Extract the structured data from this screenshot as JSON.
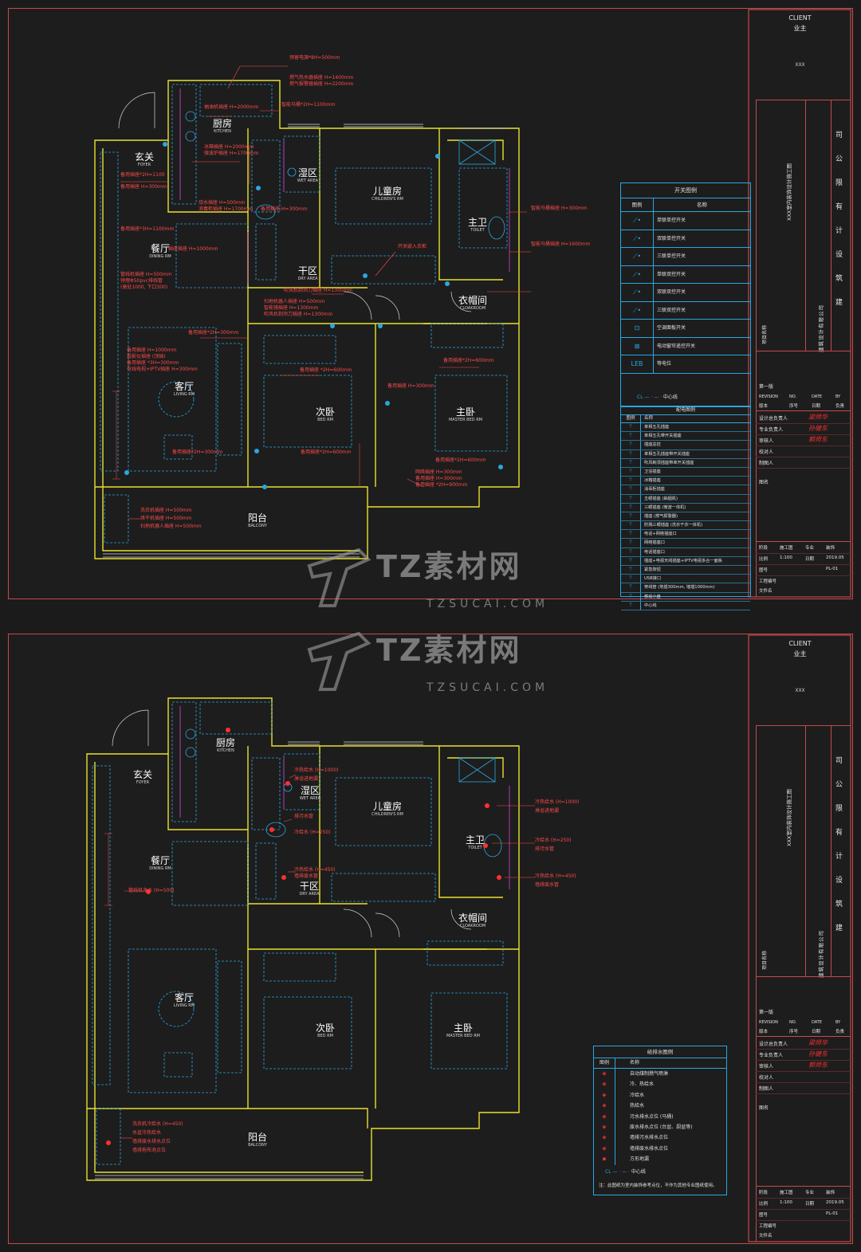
{
  "sheets": [
    {
      "title_block": {
        "client_en": "CLIENT",
        "client_cn": "业主",
        "client_name": "XXX",
        "project_name": "XXX室内装饰设计施工图",
        "project_label": "项目名称",
        "company": "建筑设计有限公司",
        "revision": "第一版",
        "rev_header": [
          "REVISION",
          "NO.",
          "DATE",
          "BY"
        ],
        "rev_header_cn": [
          "版本",
          "序号",
          "日期",
          "负责"
        ],
        "roles": [
          "设计总负责人",
          "专业负责人",
          "审核人",
          "校对人",
          "制图人"
        ],
        "signatures": [
          "梁师华",
          "孙健东",
          "郭师东"
        ],
        "drawing_title_label": "图名",
        "stage_label": "阶段",
        "stage": "施工图",
        "discipline_label": "专业",
        "discipline": "装饰",
        "scale_label": "比例",
        "scale": "1:100",
        "date_label": "日期",
        "date": "2019.05",
        "drawing_no_label": "图号",
        "drawing_no": "PL-01",
        "project_no_label": "工程编号",
        "file_label": "文件名"
      },
      "rooms": [
        {
          "cn": "厨房",
          "en": "KITCHEN"
        },
        {
          "cn": "玄关",
          "en": "FOYER"
        },
        {
          "cn": "湿区",
          "en": "WET AREA"
        },
        {
          "cn": "儿童房",
          "en": "CHILDREN'S RM"
        },
        {
          "cn": "主卫",
          "en": "TOILET"
        },
        {
          "cn": "餐厅",
          "en": "DINING RM"
        },
        {
          "cn": "干区",
          "en": "DRY AREA"
        },
        {
          "cn": "衣帽间",
          "en": "CLOAKROOM"
        },
        {
          "cn": "客厅",
          "en": "LIVING RM"
        },
        {
          "cn": "次卧",
          "en": "BED RM"
        },
        {
          "cn": "主卧",
          "en": "MASTER BED RM"
        },
        {
          "cn": "阳台",
          "en": "BALCONY"
        }
      ],
      "notes": [
        "预留电源*8H=500mm",
        "燃气热水器插座 H=1400mm",
        "燃气报警器插座 H=2200mm",
        "抽油机插座 H=2000mm",
        "智能马桶*2H=1100mm",
        "冰箱插座 H=2000mm",
        "微波炉插座 H=1700mm",
        "备用插座*2H=1100",
        "备用插座 H=300mm",
        "烧水插座 H=500mm",
        "消毒柜插座 H=1700mm",
        "备用插座*3H=1100mm",
        "插座插座 H=1000mm",
        "管线机插座 H=500mm",
        "预埋Φ50pvc排线管",
        "(高处1000, 下口300)",
        "备用插座 H=300mm",
        "智能马桶插座 H=300mm",
        "智能马桶插座 H=1600mm",
        "开关嵌入衣柜",
        "吹风机剃须刀插座 H=1300mm",
        "扫地机器人插座 H=500mm",
        "智能镜插座 H=1300mm",
        "吹风机剃须刀插座 H=1300mm",
        "备用插座*2H=300mm",
        "备用插座 H=1000mm",
        "投影仪插座 (顶插)",
        "备用插座 *3H=300mm",
        "有线电视+IPTV插座 H=300mm",
        "备用插座 *2H=600mm",
        "备用插座 H=300mm",
        "备用插座*2H=600mm",
        "备用插座*2H=300mm",
        "备用插座*2H=600mm",
        "备用插座*2H=600mm",
        "洗衣机插座 H=500mm",
        "烘干机插座 H=500mm",
        "扫地机器人插座 H=500mm",
        "网络插座 H=300mm",
        "备用插座 H=300mm",
        "备用插座 *2H=900mm"
      ],
      "switch_legend": {
        "title": "开关图例",
        "headers": [
          "图例",
          "名称"
        ],
        "items": [
          "单联单控开关",
          "双联单控开关",
          "三联单控开关",
          "单联双控开关",
          "双联双控开关",
          "三联双控开关",
          "空调面板开关",
          "电动窗帘遥控开关",
          "等电位"
        ],
        "leb": "LEB",
        "centerline": "中心线"
      },
      "socket_legend": {
        "title": "配电图例",
        "headers": [
          "图例",
          "名称"
        ],
        "items": [
          "单相五孔插座",
          "单相五孔带开关插座",
          "插座总控",
          "单相五孔插座带开关插座",
          "吹风剃须插座带单开关插座",
          "卫浴插座",
          "冰箱插座",
          "消毒柜插座",
          "五眼插座 (抽烟机)",
          "三眼插座 (微波一体机)",
          "插座 (燃气报警器)",
          "防溅三眼插座 (洗衣干衣一体机)",
          "电话+网络插座口",
          "网络插座口",
          "电话插座口",
          "插座+电视天线插座+IPTV电视多合一面板",
          "紧急按钮",
          "USB接口",
          "穿线管 (地插300mm, 墙插1000mm)",
          "移动小盘",
          "中心线"
        ]
      }
    },
    {
      "title_block": {
        "client_en": "CLIENT",
        "client_cn": "业主",
        "client_name": "XXX",
        "project_name": "XXX室内装饰设计施工图",
        "project_label": "项目名称",
        "company": "建筑设计有限公司",
        "revision": "第一版",
        "rev_header": [
          "REVISION",
          "NO.",
          "DATE",
          "BY"
        ],
        "rev_header_cn": [
          "版本",
          "序号",
          "日期",
          "负责"
        ],
        "roles": [
          "设计总负责人",
          "专业负责人",
          "审核人",
          "校对人",
          "制图人"
        ],
        "signatures": [
          "梁师华",
          "孙健东",
          "郭师东"
        ],
        "drawing_title_label": "图名",
        "stage_label": "阶段",
        "stage": "施工图",
        "discipline_label": "专业",
        "discipline": "装饰",
        "scale_label": "比例",
        "scale": "1:100",
        "date_label": "日期",
        "date": "2019.05",
        "drawing_no_label": "图号",
        "drawing_no": "PL-01",
        "project_no_label": "工程编号",
        "file_label": "文件名"
      },
      "rooms": [
        {
          "cn": "厨房",
          "en": "KITCHEN"
        },
        {
          "cn": "玄关",
          "en": "FOYER"
        },
        {
          "cn": "湿区",
          "en": "WET AREA"
        },
        {
          "cn": "儿童房",
          "en": "CHILDREN'S RM"
        },
        {
          "cn": "主卫",
          "en": "TOILET"
        },
        {
          "cn": "餐厅",
          "en": "DINING RM"
        },
        {
          "cn": "干区",
          "en": "DRY AREA"
        },
        {
          "cn": "衣帽间",
          "en": "CLOAKROOM"
        },
        {
          "cn": "客厅",
          "en": "LIVING RM"
        },
        {
          "cn": "次卧",
          "en": "BED RM"
        },
        {
          "cn": "主卧",
          "en": "MASTER BED RM"
        },
        {
          "cn": "阳台",
          "en": "BALCONY"
        }
      ],
      "notes": [
        "冷热给水 (H=1000)",
        "淋浴进地漏",
        "排污水管",
        "冷给水 (H=250)",
        "冷热给水 (H=450)",
        "墙排废水管",
        "冷热给水 (H=1000)",
        "淋浴进地漏",
        "冷给水 (H=250)",
        "排污水管",
        "冷热给水 (H=450)",
        "墙排废水管",
        "管线机净水 (H=500)",
        "洗衣机冷给水 (H=450)",
        "水盆冷热给水",
        "墙排废水排水点位",
        "墙排拖布池点位"
      ],
      "water_legend": {
        "title": "给排水图例",
        "headers": [
          "图例",
          "名称"
        ],
        "items": [
          "自动煤制燃气喷淋",
          "冷、热给水",
          "冷给水",
          "热给水",
          "污水排水点位 (马桶)",
          "废水排水点位 (台盆、厨盆等)",
          "墙排污水排水点位",
          "墙排废水排水点位",
          "方形地漏"
        ],
        "centerline": "中心线",
        "footnote": "注：此图纸为室内装饰参考点位，不作为其他专业图纸使用。"
      }
    }
  ],
  "watermark": {
    "text": "TZ素材网",
    "sub": "TZSUCAI.COM"
  },
  "colors": {
    "frame": "#c44a4a",
    "wall": "#e8e030",
    "furniture": "#2aa7e0",
    "note": "#ff4a4a",
    "legend": "#2aa7e0",
    "background": "#1d1d1d"
  }
}
